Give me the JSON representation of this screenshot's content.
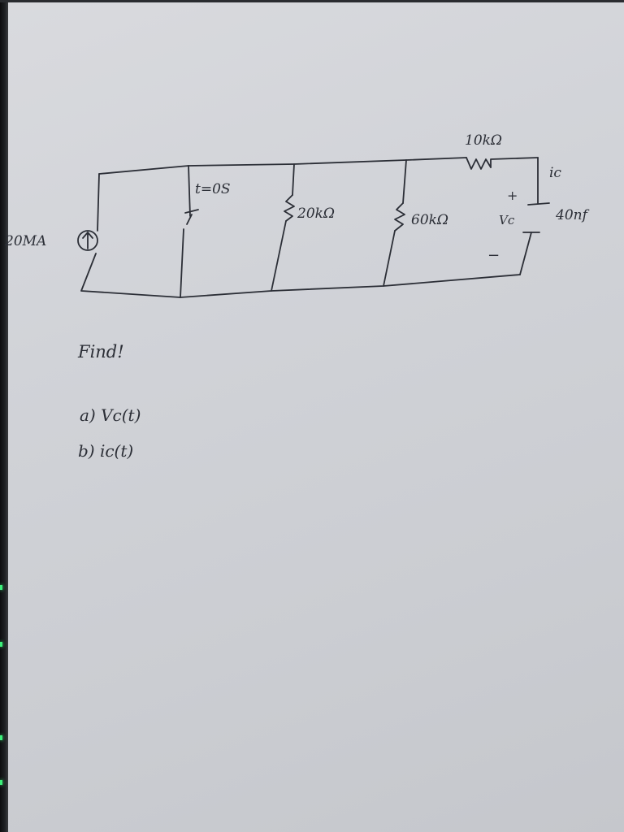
{
  "labels": {
    "source": "20MA",
    "switch": "t=0S",
    "r1": "20kΩ",
    "r2": "60kΩ",
    "r3": "10kΩ",
    "cap": "40nf",
    "vc": "Vc",
    "ic": "ic",
    "plus": "+",
    "minus": "−",
    "find": "Find!",
    "part_a": "a) Vc(t)",
    "part_b": "b) ic(t)"
  },
  "colors": {
    "ink": "#2b2e36",
    "paper": "#d1d3d8",
    "led": "#3cf07a"
  }
}
